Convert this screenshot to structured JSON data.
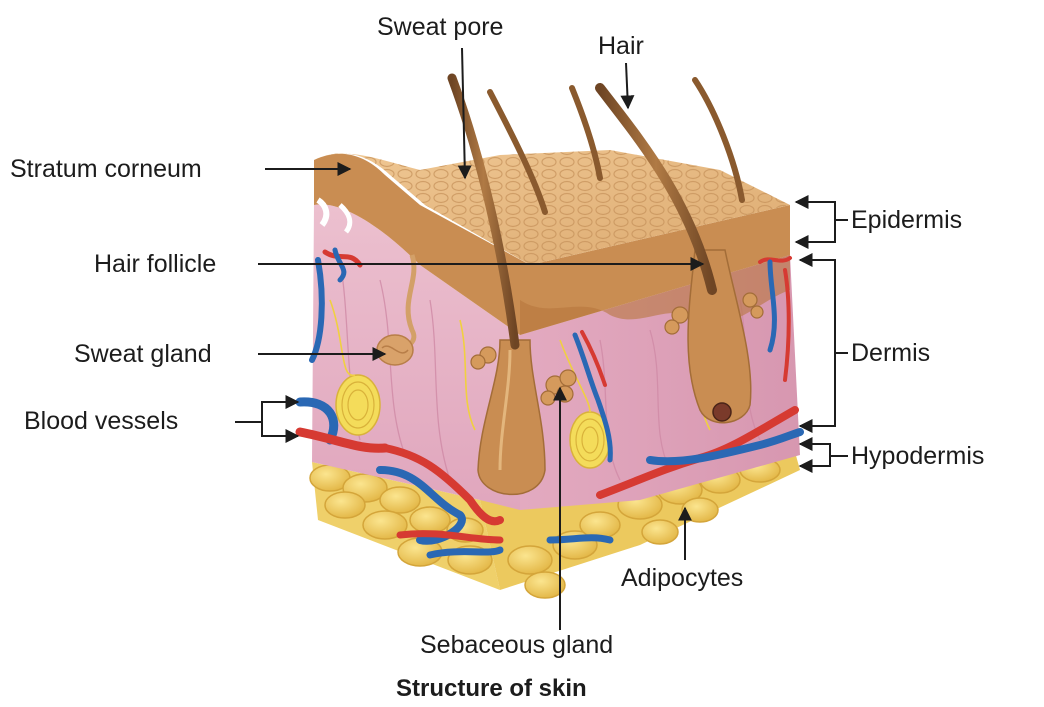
{
  "labels": {
    "sweat_pore": "Sweat pore",
    "hair": "Hair",
    "stratum_corneum": "Stratum corneum",
    "hair_follicle": "Hair follicle",
    "sweat_gland": "Sweat gland",
    "blood_vessels": "Blood vessels",
    "epidermis": "Epidermis",
    "dermis": "Dermis",
    "hypodermis": "Hypodermis",
    "adipocytes": "Adipocytes",
    "sebaceous_gland": "Sebaceous gland"
  },
  "caption": "Structure of skin",
  "colors": {
    "epidermis_surface": "#e2b078",
    "epidermis_edge": "#c88a4c",
    "dermis": "#e8b4c8",
    "hypodermis_fat": "#f3d36a",
    "artery": "#d63a32",
    "vein": "#2a68b4",
    "hair": "#8a5a2e",
    "leader_line": "#1c1c1c"
  }
}
